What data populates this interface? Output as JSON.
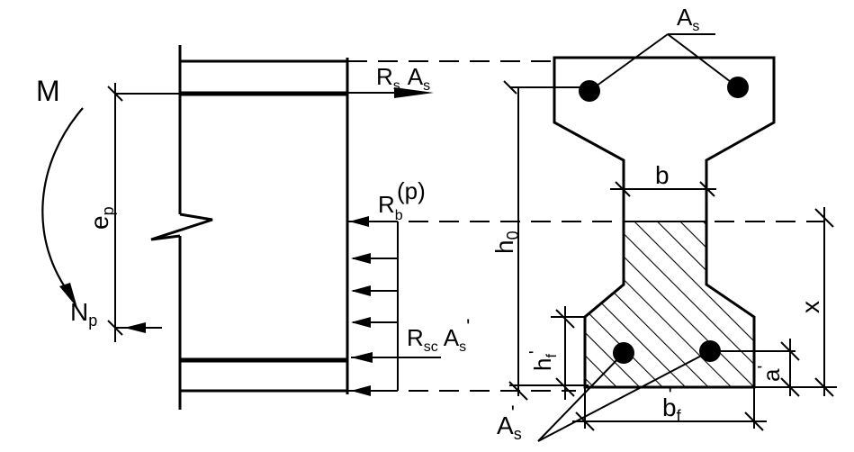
{
  "labels": {
    "moment": "M",
    "force_np": "N",
    "force_np_sub": "p",
    "eccentricity": "e",
    "eccentricity_sub": "p",
    "tension_force": "R",
    "tension_force_sub": "s",
    "tension_area": "A",
    "tension_area_sub": "s",
    "rb_main": "R",
    "rb_sub": "b",
    "rb_sup": "(p)",
    "compression_force": "R",
    "compression_force_sub": "sc",
    "compression_area": "A",
    "compression_area_sub": "s",
    "compression_area_prime": "'",
    "top_steel": "A",
    "top_steel_sub": "s",
    "web_width": "b",
    "effective_depth": "h",
    "effective_depth_sub": "0",
    "compression_zone": "x",
    "flange_thickness": "h",
    "flange_thickness_sub": "f",
    "flange_thickness_prime": "'",
    "cover": "a",
    "cover_prime": "'",
    "bottom_steel": "A",
    "bottom_steel_sub": "s",
    "bottom_steel_prime": "'",
    "flange_width": "b",
    "flange_width_sub": "f",
    "flange_width_prime": "'"
  }
}
